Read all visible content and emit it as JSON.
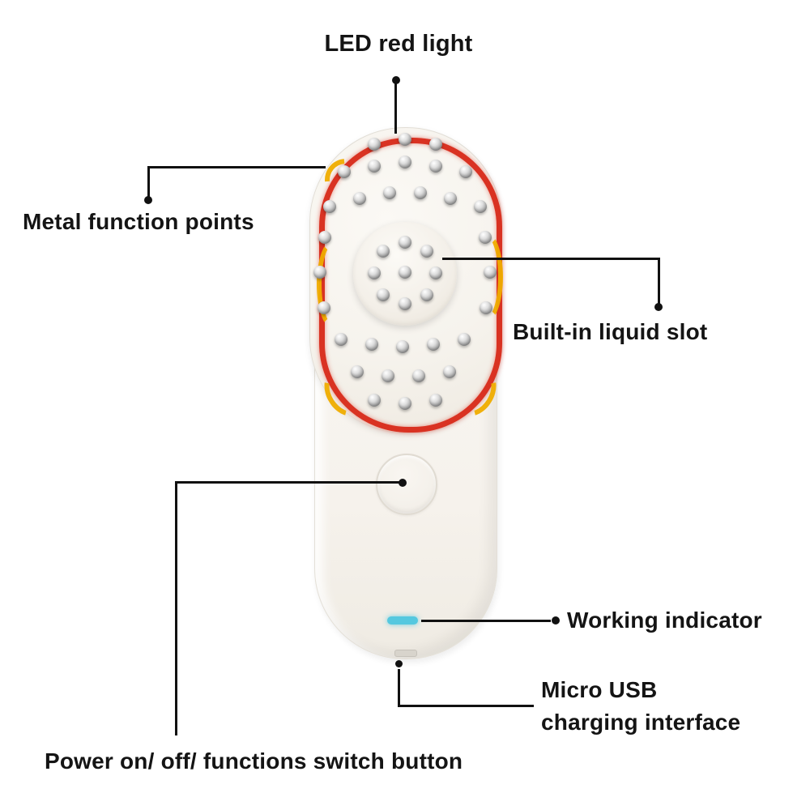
{
  "annotations": {
    "led_red_light": {
      "label": "LED red light"
    },
    "metal_function_points": {
      "label": "Metal function points"
    },
    "built_in_liquid_slot": {
      "label": "Built-in liquid slot"
    },
    "working_indicator": {
      "label": "Working indicator"
    },
    "micro_usb": {
      "label_line1": "Micro USB",
      "label_line2": "charging interface"
    },
    "power_switch": {
      "label": "Power on/ off/ functions switch button"
    }
  },
  "colors": {
    "led_ring": "#d93222",
    "accent_yellow": "#f0ad00",
    "indicator_cyan": "#55c8df",
    "callout_line": "#111111",
    "device_shell": "#f7f4ee"
  }
}
